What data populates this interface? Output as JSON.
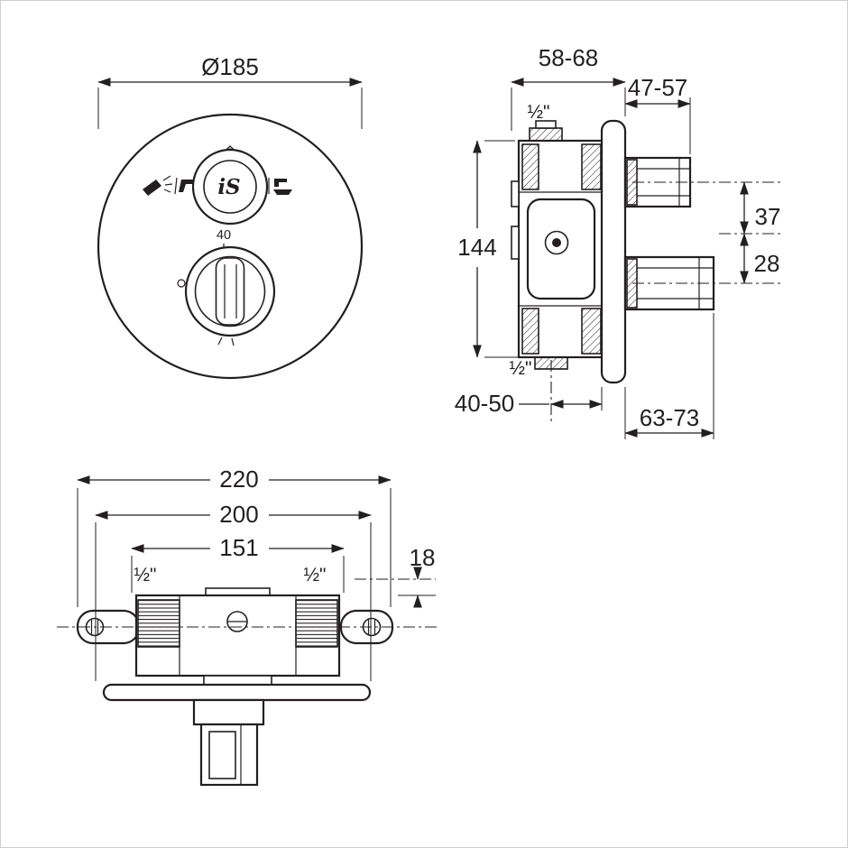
{
  "drawing": {
    "background": "#ffffff",
    "line_color": "#231f20"
  },
  "front_view": {
    "diameter": "Ø185",
    "temperature_mark": "40",
    "logo": "iS"
  },
  "side_view": {
    "body_depth": "58-68",
    "upper_outlet_depth": "47-57",
    "top_connection_size": "½\"",
    "body_height": "144",
    "upper_spacing": "37",
    "lower_spacing": "28",
    "bottom_connection_size": "½\"",
    "rear_depth": "40-50",
    "lower_outlet_depth": "63-73"
  },
  "bottom_view": {
    "overall_width": "220",
    "faceplate_width": "200",
    "body_width": "151",
    "left_connection_size": "½\"",
    "right_connection_size": "½\"",
    "outlet_offset": "18"
  }
}
